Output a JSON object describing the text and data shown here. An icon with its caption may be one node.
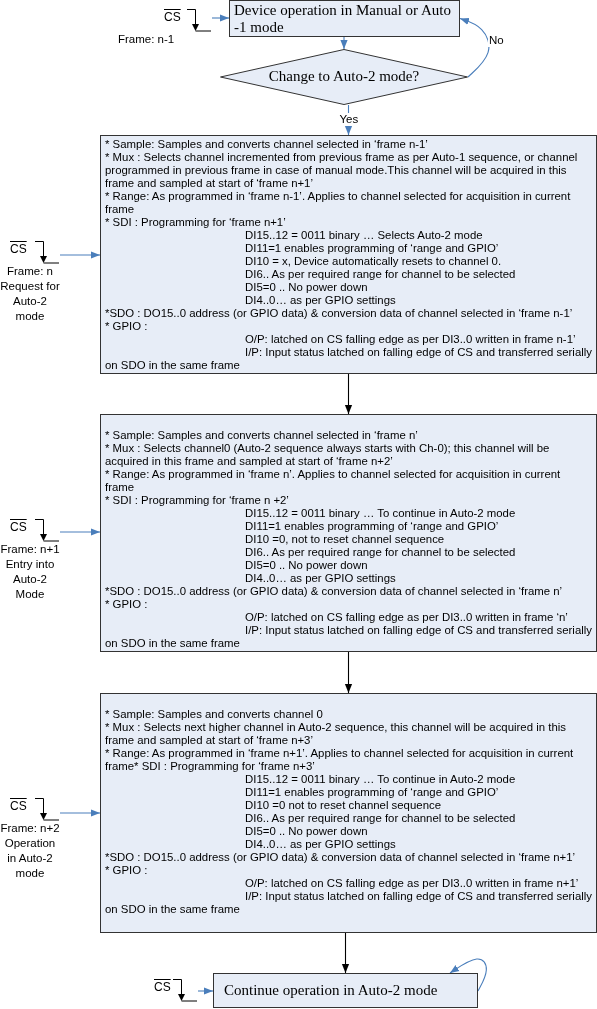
{
  "diagram": {
    "nodes": [
      {
        "text": [
          "CS",
          "Frame: n-1"
        ]
      },
      {
        "text": [
          "Device operation in Manual or Auto -1 mode"
        ]
      },
      {
        "text": [
          "Change to Auto-2 mode?"
        ]
      },
      {
        "text": [
          "CS",
          "Frame: n Request for Auto-2 mode"
        ]
      },
      {
        "text": [
          "* Sample: Samples and converts channel selected in ‘frame n-1’",
          "* Mux : Selects channel incremented from previous frame as per Auto-1 sequence, or channel programmed in previous frame in case of manual mode.This channel will be acquired in this frame and sampled at start of ‘frame n+1’",
          "* Range: As programmed in ‘frame n-1’. Applies to channel selected for acquisition in current frame",
          "* SDI : Programming for ‘frame n+1’",
          "DI15..12 = 0011 binary … Selects Auto-2 mode",
          "DI11=1 enables programming of ‘range and GPIO’",
          "DI10 = x, Device automatically resets to channel 0.",
          "DI6.. As per required range for channel to be selected",
          "DI5=0 .. No power down",
          "DI4..0… as per GPIO settings",
          "*SDO : DO15..0 address (or GPIO data) & conversion data of channel selected in ‘frame n-1’",
          "* GPIO :",
          "O/P: latched on CS falling edge as per DI3..0 written in frame n-1’",
          "I/P: Input status latched on falling edge of CS and transferred serially on SDO in the same frame"
        ]
      },
      {
        "text": [
          "CS",
          "Frame: n+1 Entry into Auto-2 Mode"
        ]
      },
      {
        "text": [
          "* Sample: Samples and converts channel selected in ‘frame n’",
          "* Mux : Selects channel0 (Auto-2 sequence always starts with Ch-0); this channel will be acquired in this frame and sampled at start of ‘frame n+2’",
          "* Range: As programmed in ‘frame n’. Applies to channel selected for acquisition in current frame",
          "* SDI : Programming for ‘frame n +2’",
          "DI15..12 = 0011 binary … To continue in Auto-2 mode",
          "DI11=1 enables programming of ‘range and GPIO’",
          "DI10 =0, not to reset channel sequence",
          "DI6.. As per required range for channel to be selected",
          "DI5=0 .. No power down",
          "DI4..0… as per GPIO settings",
          "*SDO : DO15..0 address (or GPIO data) & conversion data of channel selected in ‘frame n’",
          "* GPIO :",
          "O/P: latched on CS falling edge as per DI3..0 written in frame ‘n’",
          "I/P: Input status latched on falling edge of CS and transferred serially on SDO in the same frame"
        ]
      },
      {
        "text": [
          "CS",
          "Frame: n+2 Operation in Auto-2 mode"
        ]
      },
      {
        "text": [
          "* Sample: Samples and converts channel 0",
          "* Mux : Selects next higher channel in Auto-2 sequence, this channel will be acquired in this frame and sampled at start of ‘frame n+3’",
          "* Range: As programmed in ‘frame n+1’. Applies to channel selected for acquisition in current frame* SDI : Programming for ‘frame n+3’",
          "DI15..12 = 0011 binary … To continue in Auto-2 mode",
          "DI11=1 enables programming of ‘range and GPIO’",
          "DI10 =0 not to reset channel sequence",
          "DI6.. As per required range for channel to be selected",
          "DI5=0 .. No power down",
          "DI4..0… as per GPIO settings",
          "*SDO : DO15..0 address (or GPIO data) & conversion data of channel selected in ‘frame n+1’",
          "* GPIO :",
          "O/P: latched on CS falling edge as per DI3..0 written in frame n+1’",
          "I/P: Input status latched on falling edge of CS and transferred serially on SDO in the same frame"
        ]
      },
      {
        "text": [
          "CS"
        ]
      },
      {
        "text": [
          "Continue operation in Auto-2 mode"
        ]
      }
    ],
    "edges": [
      {
        "from": 0,
        "to": 1,
        "arrow": "to"
      },
      {
        "from": 1,
        "to": 2,
        "arrow": "to"
      },
      {
        "from": 2,
        "to": 1,
        "arrow": "to",
        "label": "No"
      },
      {
        "from": 2,
        "to": 4,
        "arrow": "to",
        "label": "Yes"
      },
      {
        "from": 3,
        "to": 4,
        "arrow": "to"
      },
      {
        "from": 4,
        "to": 6,
        "arrow": "to",
        "color": "#000000"
      },
      {
        "from": 5,
        "to": 6,
        "arrow": "to"
      },
      {
        "from": 6,
        "to": 8,
        "arrow": "to",
        "color": "#000000"
      },
      {
        "from": 7,
        "to": 8,
        "arrow": "to"
      },
      {
        "from": 8,
        "to": 10,
        "arrow": "to",
        "color": "#000000"
      },
      {
        "from": 9,
        "to": 10,
        "arrow": "to"
      },
      {
        "from": 10,
        "to": 10,
        "arrow": "to"
      }
    ]
  }
}
